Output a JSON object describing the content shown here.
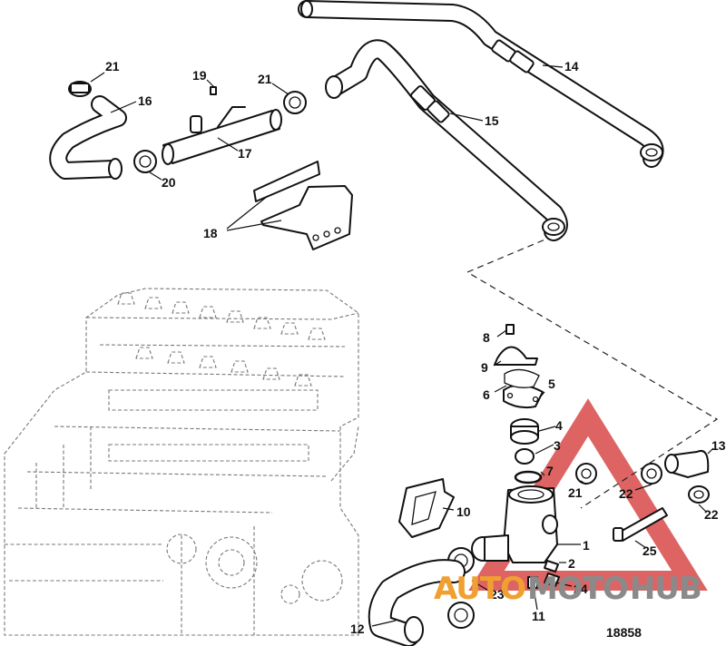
{
  "diagram": {
    "reference_number": "18858",
    "callouts": [
      "1",
      "2",
      "3",
      "4",
      "5",
      "6",
      "7",
      "8",
      "9",
      "10",
      "11",
      "12",
      "13",
      "14",
      "15",
      "16",
      "17",
      "18",
      "19",
      "20",
      "21",
      "21",
      "21",
      "22",
      "22",
      "23",
      "24",
      "25"
    ]
  },
  "watermark": {
    "part_a": "AUTO",
    "part_b": "MOTO",
    "part_c": "HUB",
    "colors": {
      "red": "#d94f4f",
      "orange": "#f0a030",
      "gray": "#8a8a8a"
    }
  }
}
